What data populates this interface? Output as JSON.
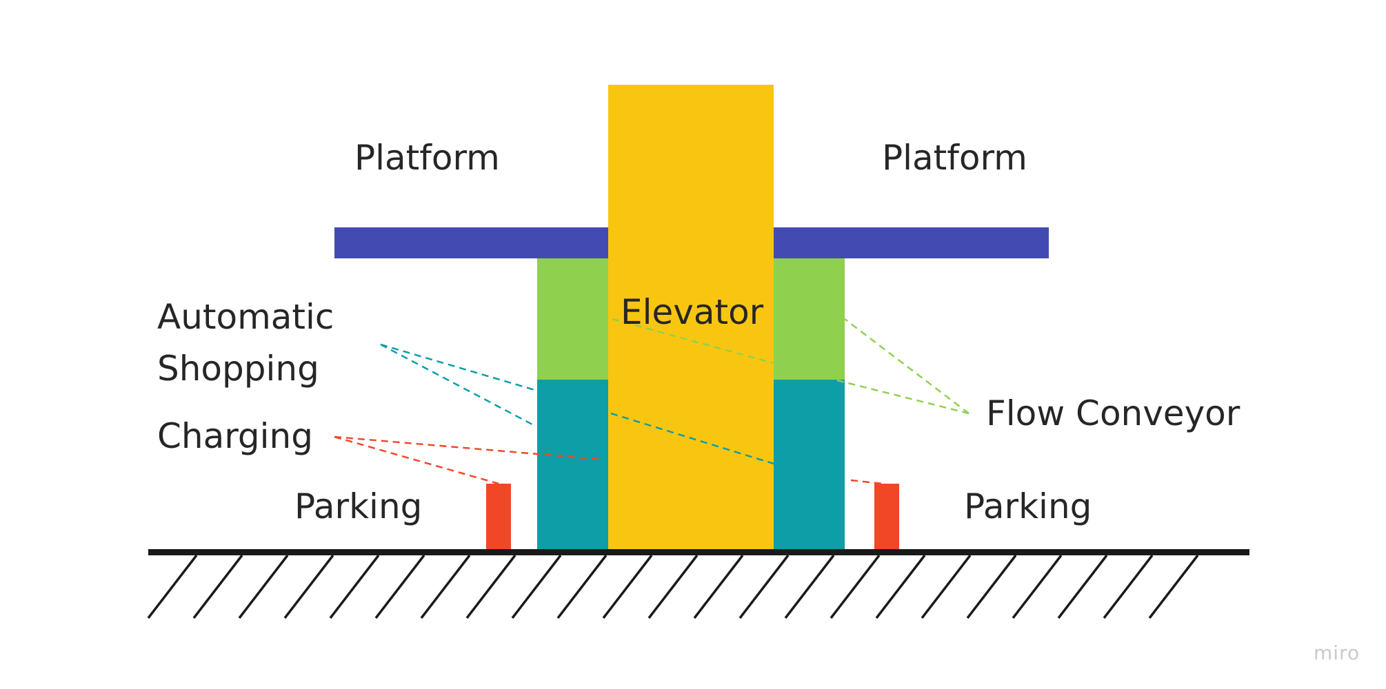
{
  "labels": {
    "platform_left": "Platform",
    "platform_right": "Platform",
    "elevator": "Elevator",
    "automatic_line1": "Automatic",
    "automatic_line2": "Shopping",
    "charging": "Charging",
    "flow_conveyor": "Flow Conveyor",
    "parking_left": "Parking",
    "parking_right": "Parking"
  },
  "watermark": "miro",
  "colors": {
    "platform": "#434bb3",
    "elevator": "#f8c611",
    "flow_conveyor": "#8fd14f",
    "automatic_shopping": "#0d9ea7",
    "charging": "#f24727",
    "ground": "#1a1a1a",
    "text": "#262626"
  }
}
